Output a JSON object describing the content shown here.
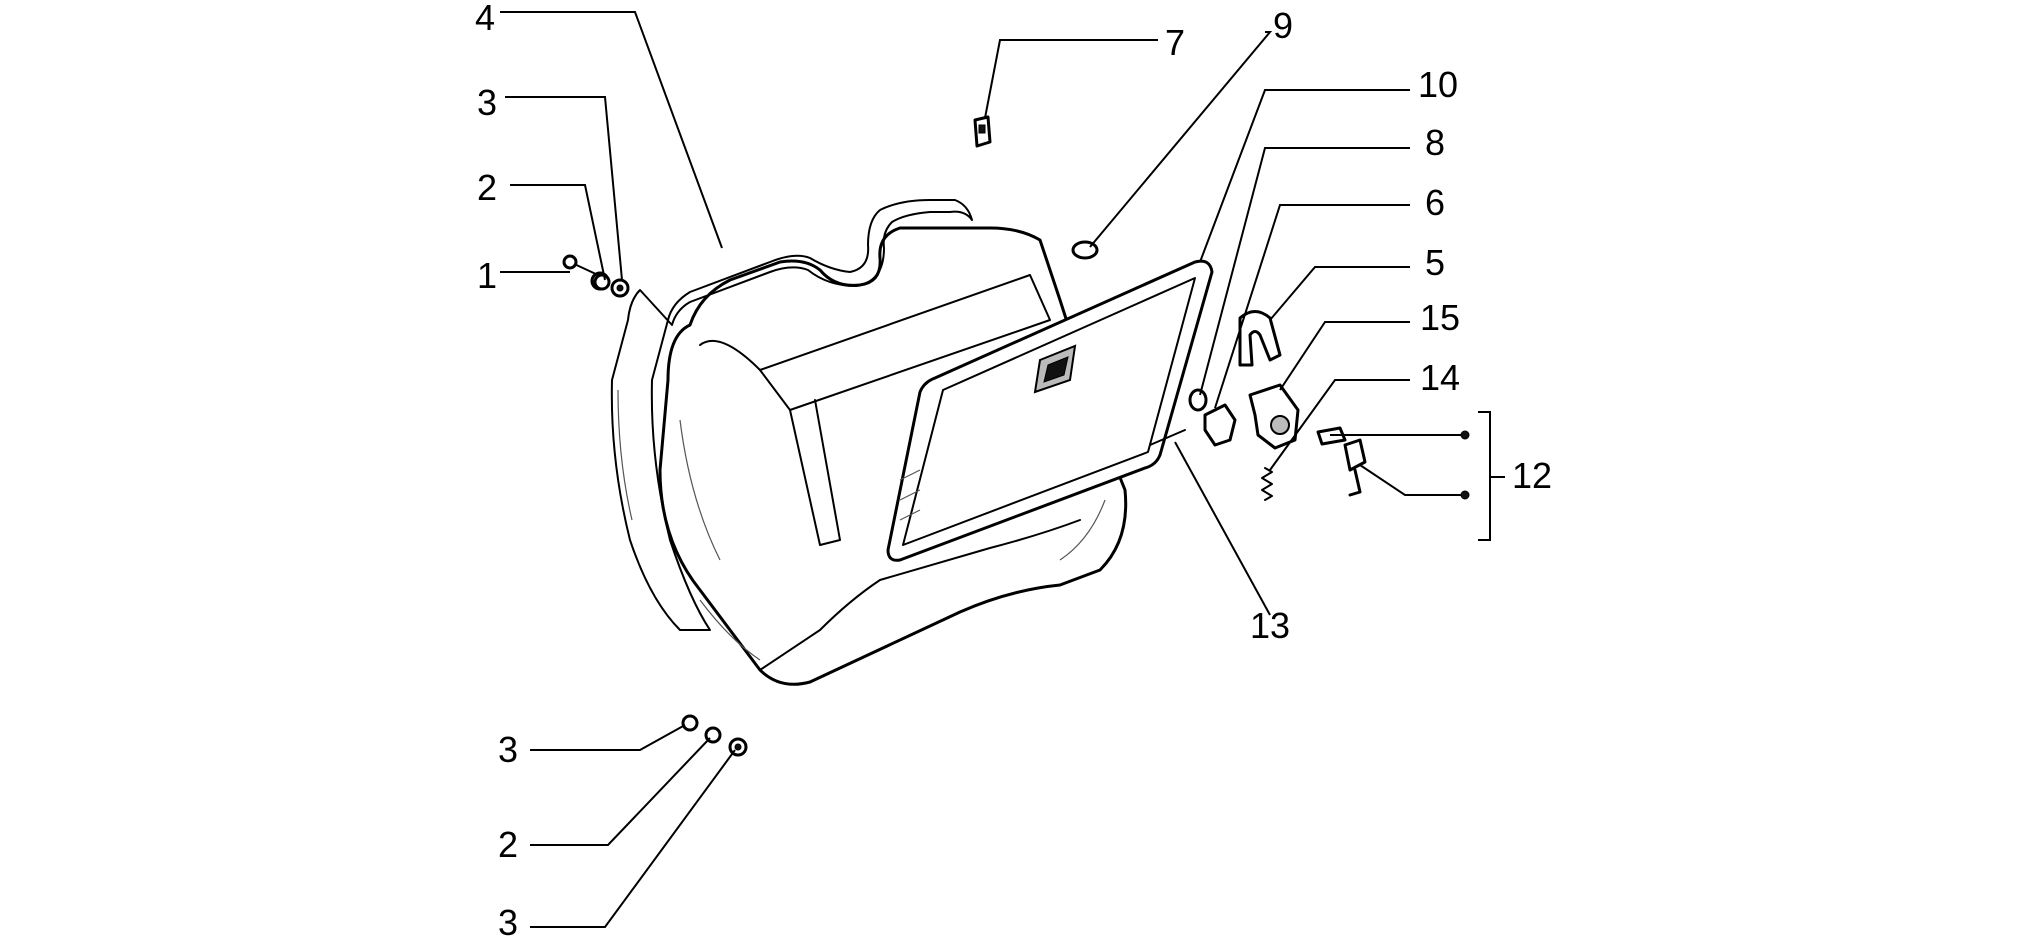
{
  "callouts": {
    "c1": "1",
    "c2_top": "2",
    "c3_top": "3",
    "c4": "4",
    "c5": "5",
    "c6": "6",
    "c7": "7",
    "c8": "8",
    "c9": "9",
    "c10": "10",
    "c12": "12",
    "c13": "13",
    "c14": "14",
    "c15": "15",
    "c3_mid": "3",
    "c2_bot": "2",
    "c3_bot": "3"
  }
}
